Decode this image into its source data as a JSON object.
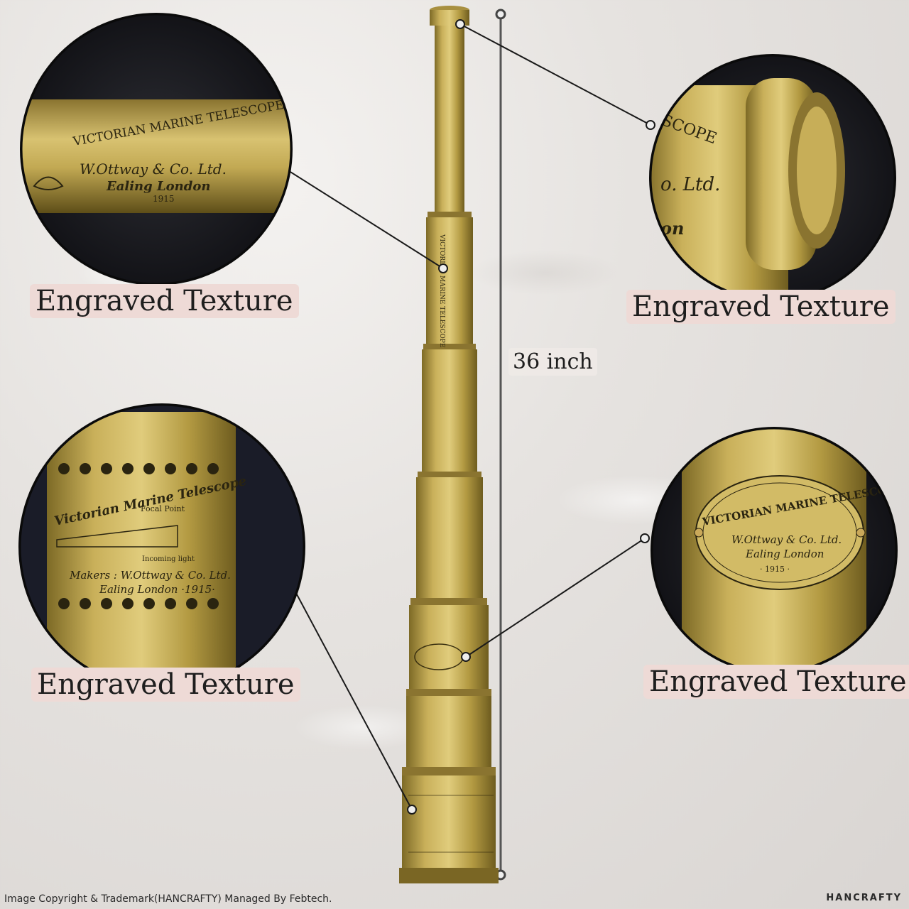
{
  "callouts": [
    {
      "label": "Engraved Texture"
    },
    {
      "label": "Engraved Texture"
    },
    {
      "label": "Engraved Texture"
    },
    {
      "label": "Engraved Texture"
    }
  ],
  "dimension": {
    "label": "36 inch"
  },
  "engraving": {
    "title_caps": "VICTORIAN MARINE TELESCOPE",
    "title_caps_partial": "SCOPE",
    "maker": "W.Ottway & Co. Ltd.",
    "maker_partial": "o. Ltd.",
    "city": "Ealing London",
    "city_partial": "on",
    "year": "1915",
    "year_plate": "· 1915 ·",
    "title_script": "Victorian Marine Telescope",
    "focal": "Focal Point",
    "incoming": "Incoming light",
    "makers_line": "Makers : W.Ottway & Co. Ltd.",
    "city_year": "Ealing London ·1915·"
  },
  "footer": {
    "copyright": "Image Copyright & Trademark(HANCRAFTY) Managed By Febtech.",
    "brand": "HANCRAFTY"
  },
  "colors": {
    "brass_light": "#d6bf6a",
    "brass_mid": "#b39a42",
    "brass_dark": "#7d6a26",
    "label_bg": "#eedad6",
    "line": "#1a1a1a"
  }
}
